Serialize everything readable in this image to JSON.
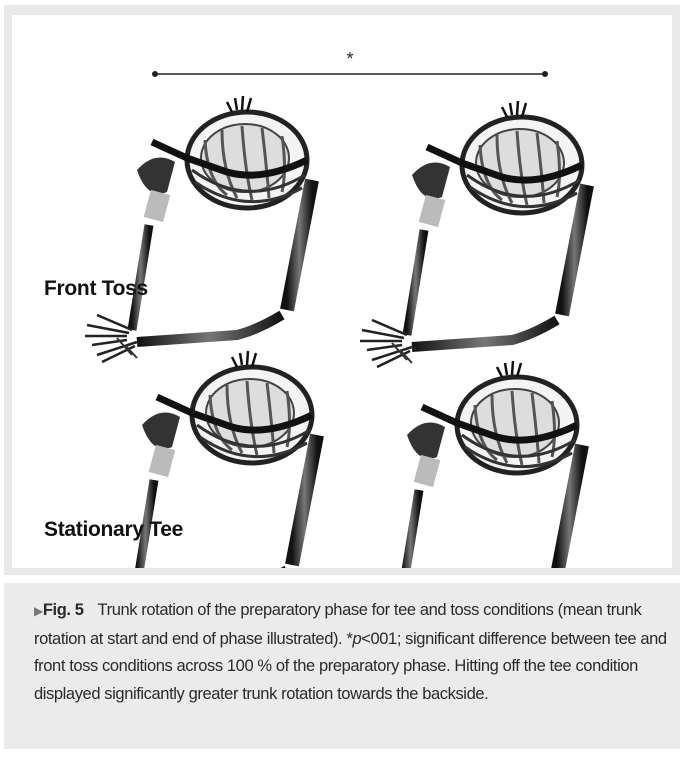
{
  "figure": {
    "significance_marker": "*",
    "conditions": [
      {
        "label": "Front Toss",
        "frames": [
          "start",
          "end"
        ]
      },
      {
        "label": "Stationary Tee",
        "frames": [
          "start",
          "end"
        ]
      }
    ]
  },
  "caption": {
    "marker_icon": "triangle-right",
    "label": "Fig. 5",
    "text_1": "Trunk rotation of the preparatory phase for tee and toss conditions (mean trunk rotation at start and end of phase illustrated).",
    "star": "*",
    "p": "p",
    "text_2": "<001; significant difference between tee and front toss conditions across 100 % of the preparatory phase. Hitting off the tee condition displayed significantly greater trunk rotation towards the backside."
  }
}
